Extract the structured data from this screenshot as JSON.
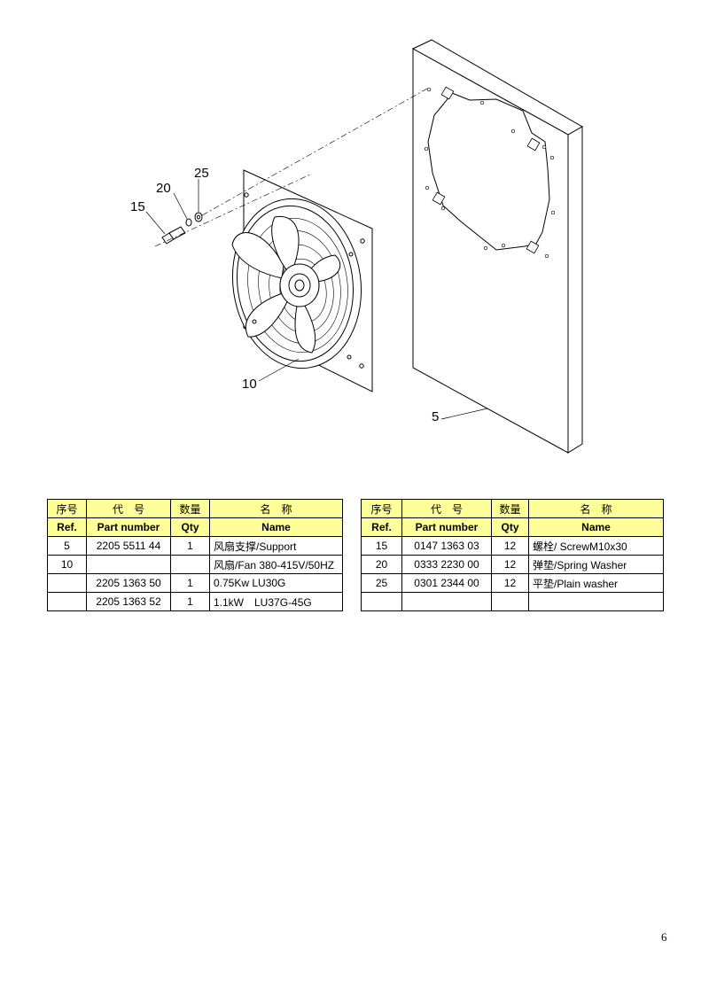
{
  "callouts": {
    "c15": "15",
    "c20": "20",
    "c25": "25",
    "c10": "10",
    "c5": "5"
  },
  "table_left": {
    "header_cn": [
      "序号",
      "代　号",
      "数量",
      "名　称"
    ],
    "header_en": [
      "Ref.",
      "Part number",
      "Qty",
      "Name"
    ],
    "rows": [
      [
        "5",
        "2205 5511 44",
        "1",
        "风扇支撑/Support"
      ],
      [
        "10",
        "",
        "",
        "风扇/Fan 380-415V/50HZ"
      ],
      [
        "",
        "2205 1363 50",
        "1",
        "0.75Kw LU30G"
      ],
      [
        "",
        "2205 1363 52",
        "1",
        "1.1kW　LU37G-45G"
      ]
    ]
  },
  "table_right": {
    "header_cn": [
      "序号",
      "代　号",
      "数量",
      "名　称"
    ],
    "header_en": [
      "Ref.",
      "Part number",
      "Qty",
      "Name"
    ],
    "rows": [
      [
        "15",
        "0147 1363 03",
        "12",
        "螺栓/ ScrewM10x30"
      ],
      [
        "20",
        "0333 2230 00",
        "12",
        "弹垫/Spring Washer"
      ],
      [
        "25",
        "0301 2344 00",
        "12",
        "平垫/Plain washer"
      ],
      [
        "",
        "",
        "",
        ""
      ]
    ]
  },
  "page_number": "6"
}
